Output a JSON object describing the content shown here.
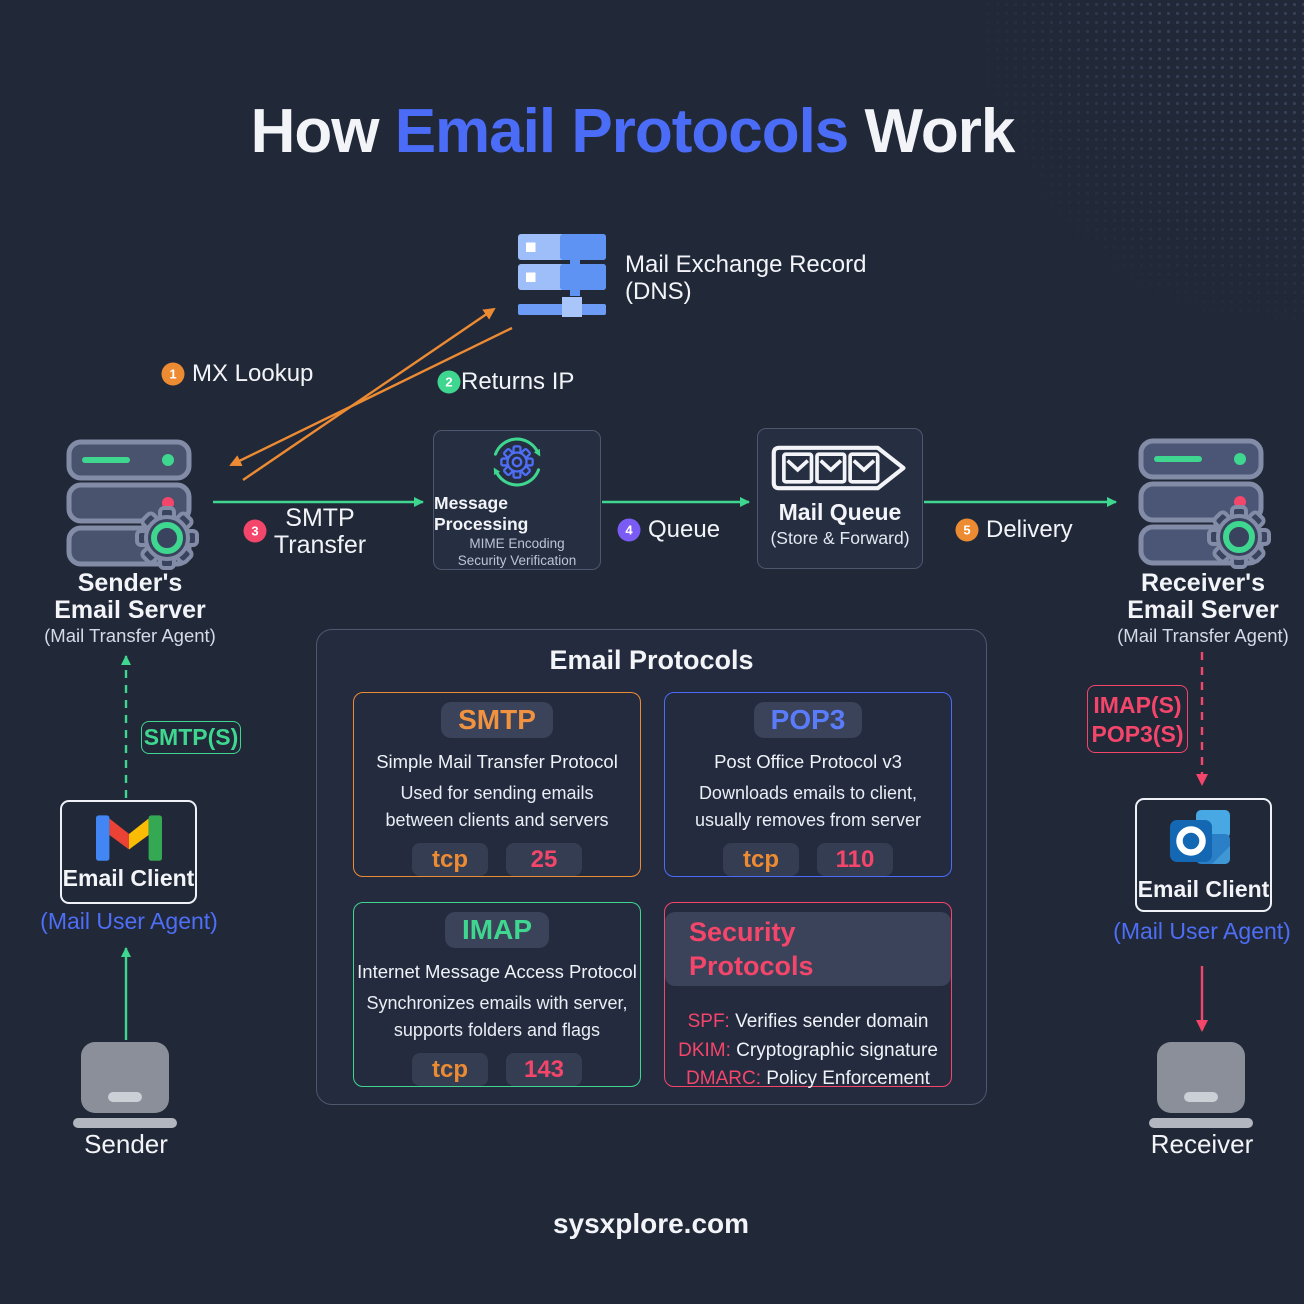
{
  "colors": {
    "background": "#212838",
    "accent_blue": "#4a6cf7",
    "accent_green": "#3fd68f",
    "accent_orange": "#ed8b33",
    "accent_pink": "#f4456b",
    "accent_purple": "#7a5cf5",
    "pop3_blue": "#5b7cfa"
  },
  "header": {
    "title_prefix": "How ",
    "title_highlight": "Email Protocols",
    "title_suffix": " Work"
  },
  "dns": {
    "line1": "Mail Exchange Record",
    "line2": "(DNS)"
  },
  "flow": {
    "step1": {
      "num": "1",
      "label": "MX Lookup"
    },
    "step2": {
      "num": "2",
      "label": "Returns IP"
    },
    "step3": {
      "num": "3",
      "label_line1": "SMTP",
      "label_line2": "Transfer"
    },
    "step4": {
      "num": "4",
      "label": "Queue"
    },
    "step5": {
      "num": "5",
      "label": "Delivery"
    }
  },
  "sender_server": {
    "name_line1": "Sender's",
    "name_line2": "Email Server",
    "role": "(Mail Transfer Agent)"
  },
  "receiver_server": {
    "name_line1": "Receiver's",
    "name_line2": "Email Server",
    "role": "(Mail Transfer Agent)"
  },
  "processing": {
    "title": "Message Processing",
    "detail1": "MIME Encoding",
    "detail2": "Security Verification"
  },
  "mail_queue": {
    "title": "Mail Queue",
    "subtitle": "(Store & Forward)"
  },
  "protocols_panel": {
    "title": "Email Protocols",
    "smtp": {
      "name": "SMTP",
      "full_name": "Simple Mail Transfer Protocol",
      "description_line1": "Used for sending emails",
      "description_line2": "between clients and servers",
      "transport": "tcp",
      "port": "25"
    },
    "pop3": {
      "name": "POP3",
      "full_name": "Post Office Protocol v3",
      "description_line1": "Downloads emails to client,",
      "description_line2": "usually removes from server",
      "transport": "tcp",
      "port": "110"
    },
    "imap": {
      "name": "IMAP",
      "full_name": "Internet Message Access Protocol",
      "description_line1": "Synchronizes emails with server,",
      "description_line2": "supports folders and flags",
      "transport": "tcp",
      "port": "143"
    },
    "security": {
      "name": "Security Protocols",
      "items": [
        {
          "abbr": "SPF:",
          "desc": "Verifies sender domain"
        },
        {
          "abbr": "DKIM:",
          "desc": "Cryptographic signature"
        },
        {
          "abbr": "DMARC:",
          "desc": "Policy Enforcement"
        }
      ]
    }
  },
  "sender_client": {
    "protocol_badge": "SMTP(S)",
    "name": "Email Client",
    "role": "(Mail User Agent)",
    "device": "Sender"
  },
  "receiver_client": {
    "protocol_badge_line1": "IMAP(S)",
    "protocol_badge_line2": "POP3(S)",
    "name": "Email Client",
    "role": "(Mail User Agent)",
    "device": "Receiver"
  },
  "footer": {
    "site": "sysxplore.com"
  }
}
